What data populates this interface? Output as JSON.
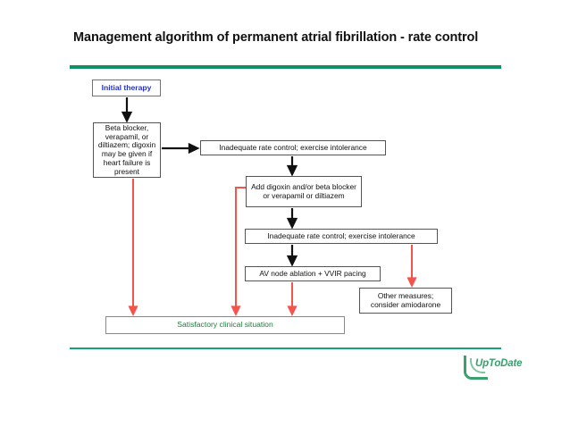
{
  "slide": {
    "title": "Management algorithm of permanent atrial fibrillation - rate control",
    "accent_green": "#0f9065",
    "flow_red": "#f4544b",
    "flow_black": "#111111"
  },
  "logo": {
    "text": "UpToDate",
    "color": "#3aa06e"
  },
  "flowchart": {
    "type": "flowchart",
    "nodes": [
      {
        "id": "initial",
        "label": "Initial therapy",
        "style": "blue"
      },
      {
        "id": "beta",
        "label": "Beta blocker, verapamil, or diltiazem; digoxin may be given if heart failure is present",
        "style": "black"
      },
      {
        "id": "inadeq1",
        "label": "Inadequate rate control; exercise intolerance",
        "style": "black"
      },
      {
        "id": "add",
        "label": "Add digoxin and/or beta blocker or verapamil or diltiazem",
        "style": "black"
      },
      {
        "id": "inadeq2",
        "label": "Inadequate rate control; exercise intolerance",
        "style": "black"
      },
      {
        "id": "av",
        "label": "AV node ablation + VVIR pacing",
        "style": "black"
      },
      {
        "id": "other",
        "label": "Other measures; consider amiodarone",
        "style": "black"
      },
      {
        "id": "satisfy",
        "label": "Satisfactory clinical situation",
        "style": "green"
      }
    ],
    "edges": [
      {
        "from": "initial",
        "to": "beta",
        "color": "black"
      },
      {
        "from": "beta",
        "to": "inadeq1",
        "color": "black"
      },
      {
        "from": "inadeq1",
        "to": "add",
        "color": "black"
      },
      {
        "from": "add",
        "to": "inadeq2",
        "color": "black"
      },
      {
        "from": "inadeq2",
        "to": "av",
        "color": "black"
      },
      {
        "from": "inadeq2",
        "to": "other",
        "color": "red"
      },
      {
        "from": "beta",
        "to": "satisfy",
        "color": "red"
      },
      {
        "from": "add",
        "to": "satisfy",
        "color": "red"
      },
      {
        "from": "av",
        "to": "satisfy",
        "color": "red"
      }
    ]
  }
}
